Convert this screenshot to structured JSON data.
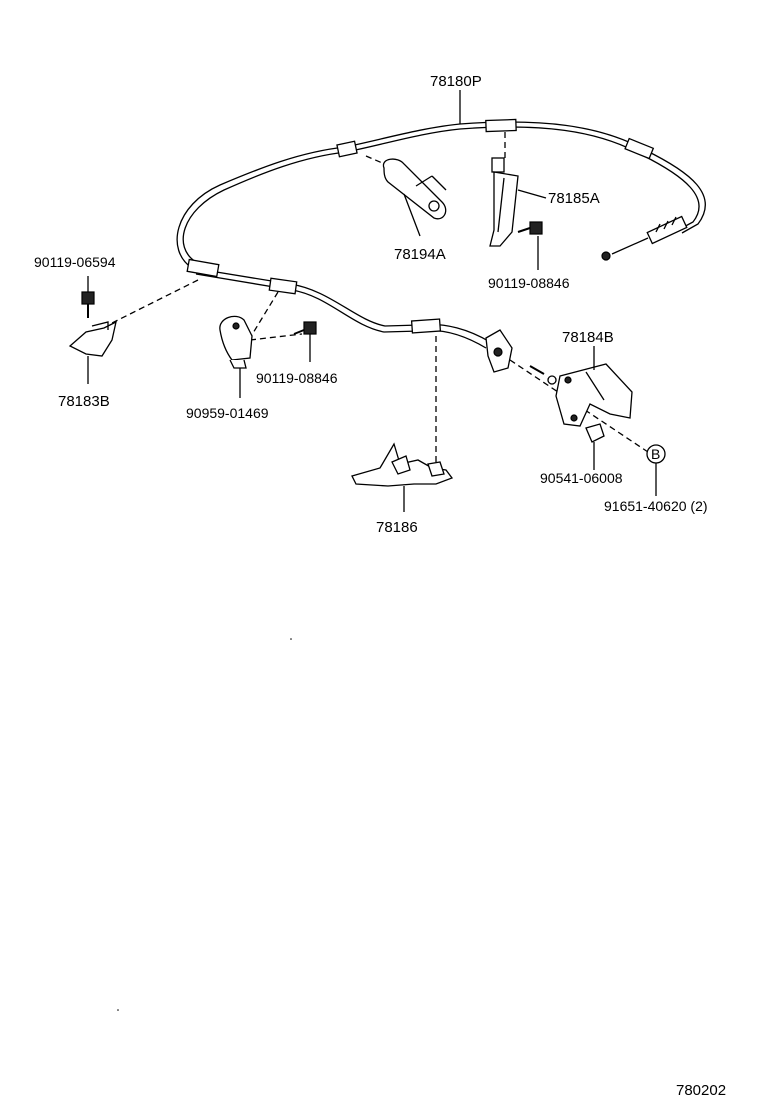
{
  "labels": {
    "cable_main": "78180P",
    "bracket_78185a": "78185A",
    "bolt_08846_top": "90119-08846",
    "bracket_78194a": "78194A",
    "bolt_06594": "90119-06594",
    "clamp_78183b": "78183B",
    "bolt_08846_mid": "90119-08846",
    "clip_01469": "90959-01469",
    "bracket_78184b": "78184B",
    "nut_06008": "90541-06008",
    "bolt_40620": "91651-40620 (2)",
    "bracket_78186": "78186",
    "callout_b": "B",
    "figure_number": "780202"
  }
}
